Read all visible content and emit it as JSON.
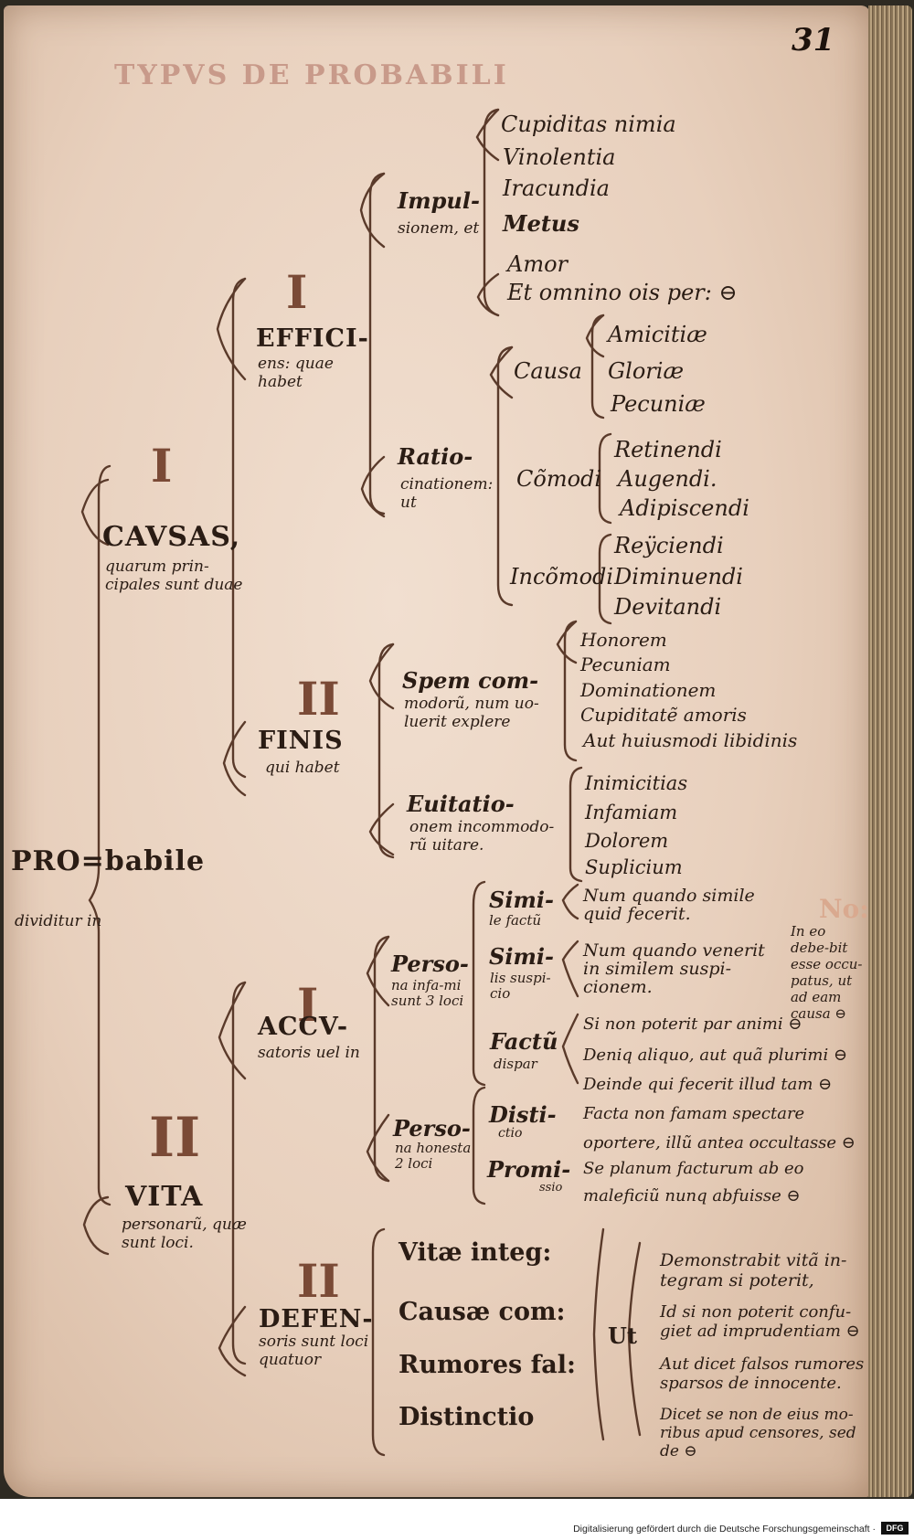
{
  "folio": "31",
  "title": "TYPVS DE PROBABILI",
  "root": {
    "label": "PRO=babile",
    "sub": "dividitur in"
  },
  "causas": {
    "num": "I",
    "label": "CAVSAS,",
    "sub": "quarum prin-cipales sunt duae",
    "efficiens": {
      "num": "I",
      "label": "EFFICI-",
      "sub": "ens: quae habet",
      "impulsionem": {
        "label": "Impul-",
        "sub": "sionem, et",
        "items": [
          "Cupiditas nimia",
          "Vinolentia",
          "Iracundia",
          "Metus",
          "Amor",
          "Et omnino ois per: ⊖"
        ]
      },
      "ratiocinationem": {
        "label": "Ratio-",
        "sub": "cinationem: ut",
        "causa": {
          "label": "Causa",
          "items": [
            "Amicitiæ",
            "Gloriæ",
            "Pecuniæ"
          ]
        },
        "comodi": {
          "label": "Cõmodi",
          "items": [
            "Retinendi",
            "Augendi.",
            "Adipiscendi"
          ]
        },
        "incomodi": {
          "label": "Incõmodi",
          "items": [
            "Reÿciendi",
            "Diminuendi",
            "Devitandi"
          ]
        }
      }
    },
    "finis": {
      "num": "II",
      "label": "FINIS",
      "sub": "qui habet",
      "spem": {
        "label": "Spem com-",
        "sub": "modorũ, num uo-luerit explere",
        "items": [
          "Honorem",
          "Pecuniam",
          "Dominationem",
          "Cupiditatẽ amoris",
          "Aut huiusmodi libidinis"
        ]
      },
      "evitatio": {
        "label": "Euitatio-",
        "sub": "onem incommodo-rũ uitare.",
        "items": [
          "Inimicitias",
          "Infamiam",
          "Dolorem",
          "Suplicium"
        ]
      }
    }
  },
  "vita": {
    "num": "II",
    "label": "VITA",
    "sub": "personarũ, quæ sunt loci.",
    "accusatoris": {
      "num": "I",
      "label": "ACCV-",
      "sub": "satoris uel in",
      "persona_infami": {
        "label": "Perso-",
        "sub": "na infa-mi sunt 3 loci",
        "simile_factu": {
          "label": "Simi-",
          "sub": "le factũ",
          "text": "Num quando simile quid fecerit."
        },
        "similis_suspicio": {
          "label": "Simi-",
          "sub": "lis suspi-cio",
          "text": "Num quando venerit in similem suspi-cionem."
        },
        "factu_dispar": {
          "label": "Factũ",
          "sub": "dispar",
          "lines": [
            "Si non poterit par animi ⊖",
            "Deniq aliquo, aut quã plurimi ⊖",
            "Deinde qui fecerit illud tam ⊖"
          ]
        }
      },
      "persona_honesta": {
        "label": "Perso-",
        "sub": "na honesta 2 loci",
        "distinctio": {
          "label": "Disti-",
          "sub": "ctio",
          "lines": [
            "Facta non famam spectare",
            "oportere, illũ antea occultasse ⊖"
          ]
        },
        "promissio": {
          "label": "Promi-",
          "sub": "ssio",
          "lines": [
            "Se planum facturum ab eo",
            "maleficiũ nunq abfuisse ⊖"
          ]
        }
      },
      "note": "In eo debe-bit esse occu-patus, ut ad eam causa ⊖",
      "nota": "No:"
    },
    "defensoris": {
      "num": "II",
      "label": "DEFEN-",
      "sub": "soris sunt loci quatuor",
      "items": [
        "Vitæ integ:",
        "Causæ com:",
        "Rumores fal:",
        "Distinctio"
      ],
      "ut": "Ut",
      "results": [
        "Demonstrabit vitã in-tegram si poterit,",
        "Id si non poterit confu-giet ad imprudentiam ⊖",
        "Aut dicet falsos rumores sparsos de innocente.",
        "Dicet se non de eius mo-ribus apud censores, sed de ⊖"
      ]
    }
  },
  "footer": {
    "credit": "Digitalisierung gefördert durch die Deutsche Forschungsgemeinschaft ·",
    "logo": "DFG"
  }
}
